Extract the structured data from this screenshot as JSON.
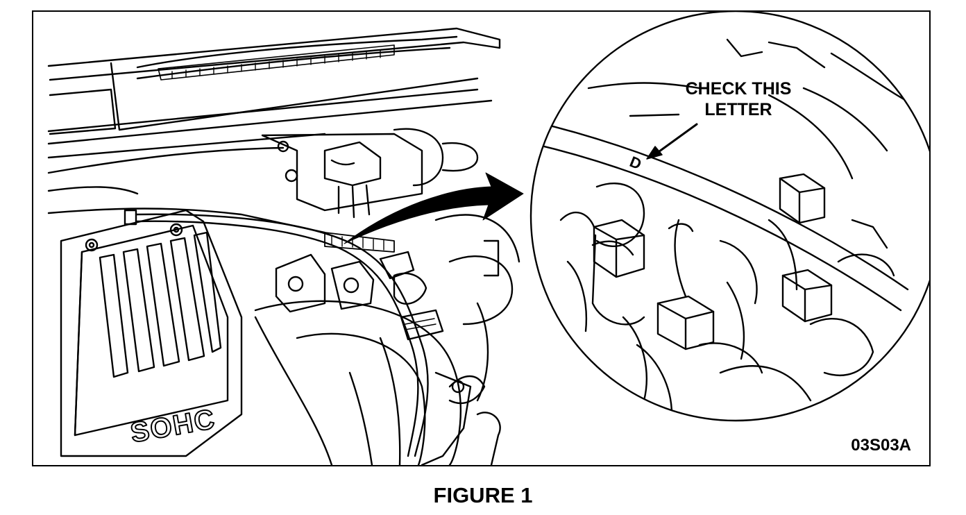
{
  "callout": {
    "line1": "CHECK THIS",
    "line2": "LETTER"
  },
  "cover_emblem": "SOHC",
  "inset_letter": "D",
  "figure_code": "03S03A",
  "caption": "FIGURE 1",
  "colors": {
    "ink": "#000000",
    "paper": "#ffffff"
  }
}
